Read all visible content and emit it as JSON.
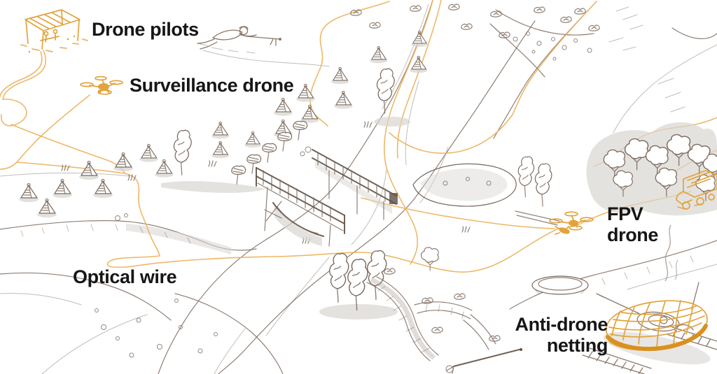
{
  "figure": {
    "type": "illustrated-battlefield-map",
    "labels": {
      "drone_pilots": "Drone pilots",
      "surveillance_drone": "Surveillance drone",
      "fpv_drone": "FPV\ndrone",
      "optical_wire": "Optical wire",
      "anti_drone_netting": "Anti-drone\nnetting"
    },
    "icons": [
      "pilot-tent-icon",
      "surveillance-drone-icon",
      "fpv-drone-icon",
      "supply-truck-icon",
      "anti-drone-netting-tank-icon",
      "soldier-machine-gunner-icon"
    ],
    "colors": {
      "accent_orange": "#E2A33C",
      "accent_light": "#EDB45F",
      "accent_dark": "#D9901F",
      "sketch_brown": "#7B6A5E",
      "sketch_dark": "#5F5044",
      "shadow_gray": "#D8D5D2",
      "label_ink": "#161616",
      "background": "#FFFFFF"
    }
  }
}
